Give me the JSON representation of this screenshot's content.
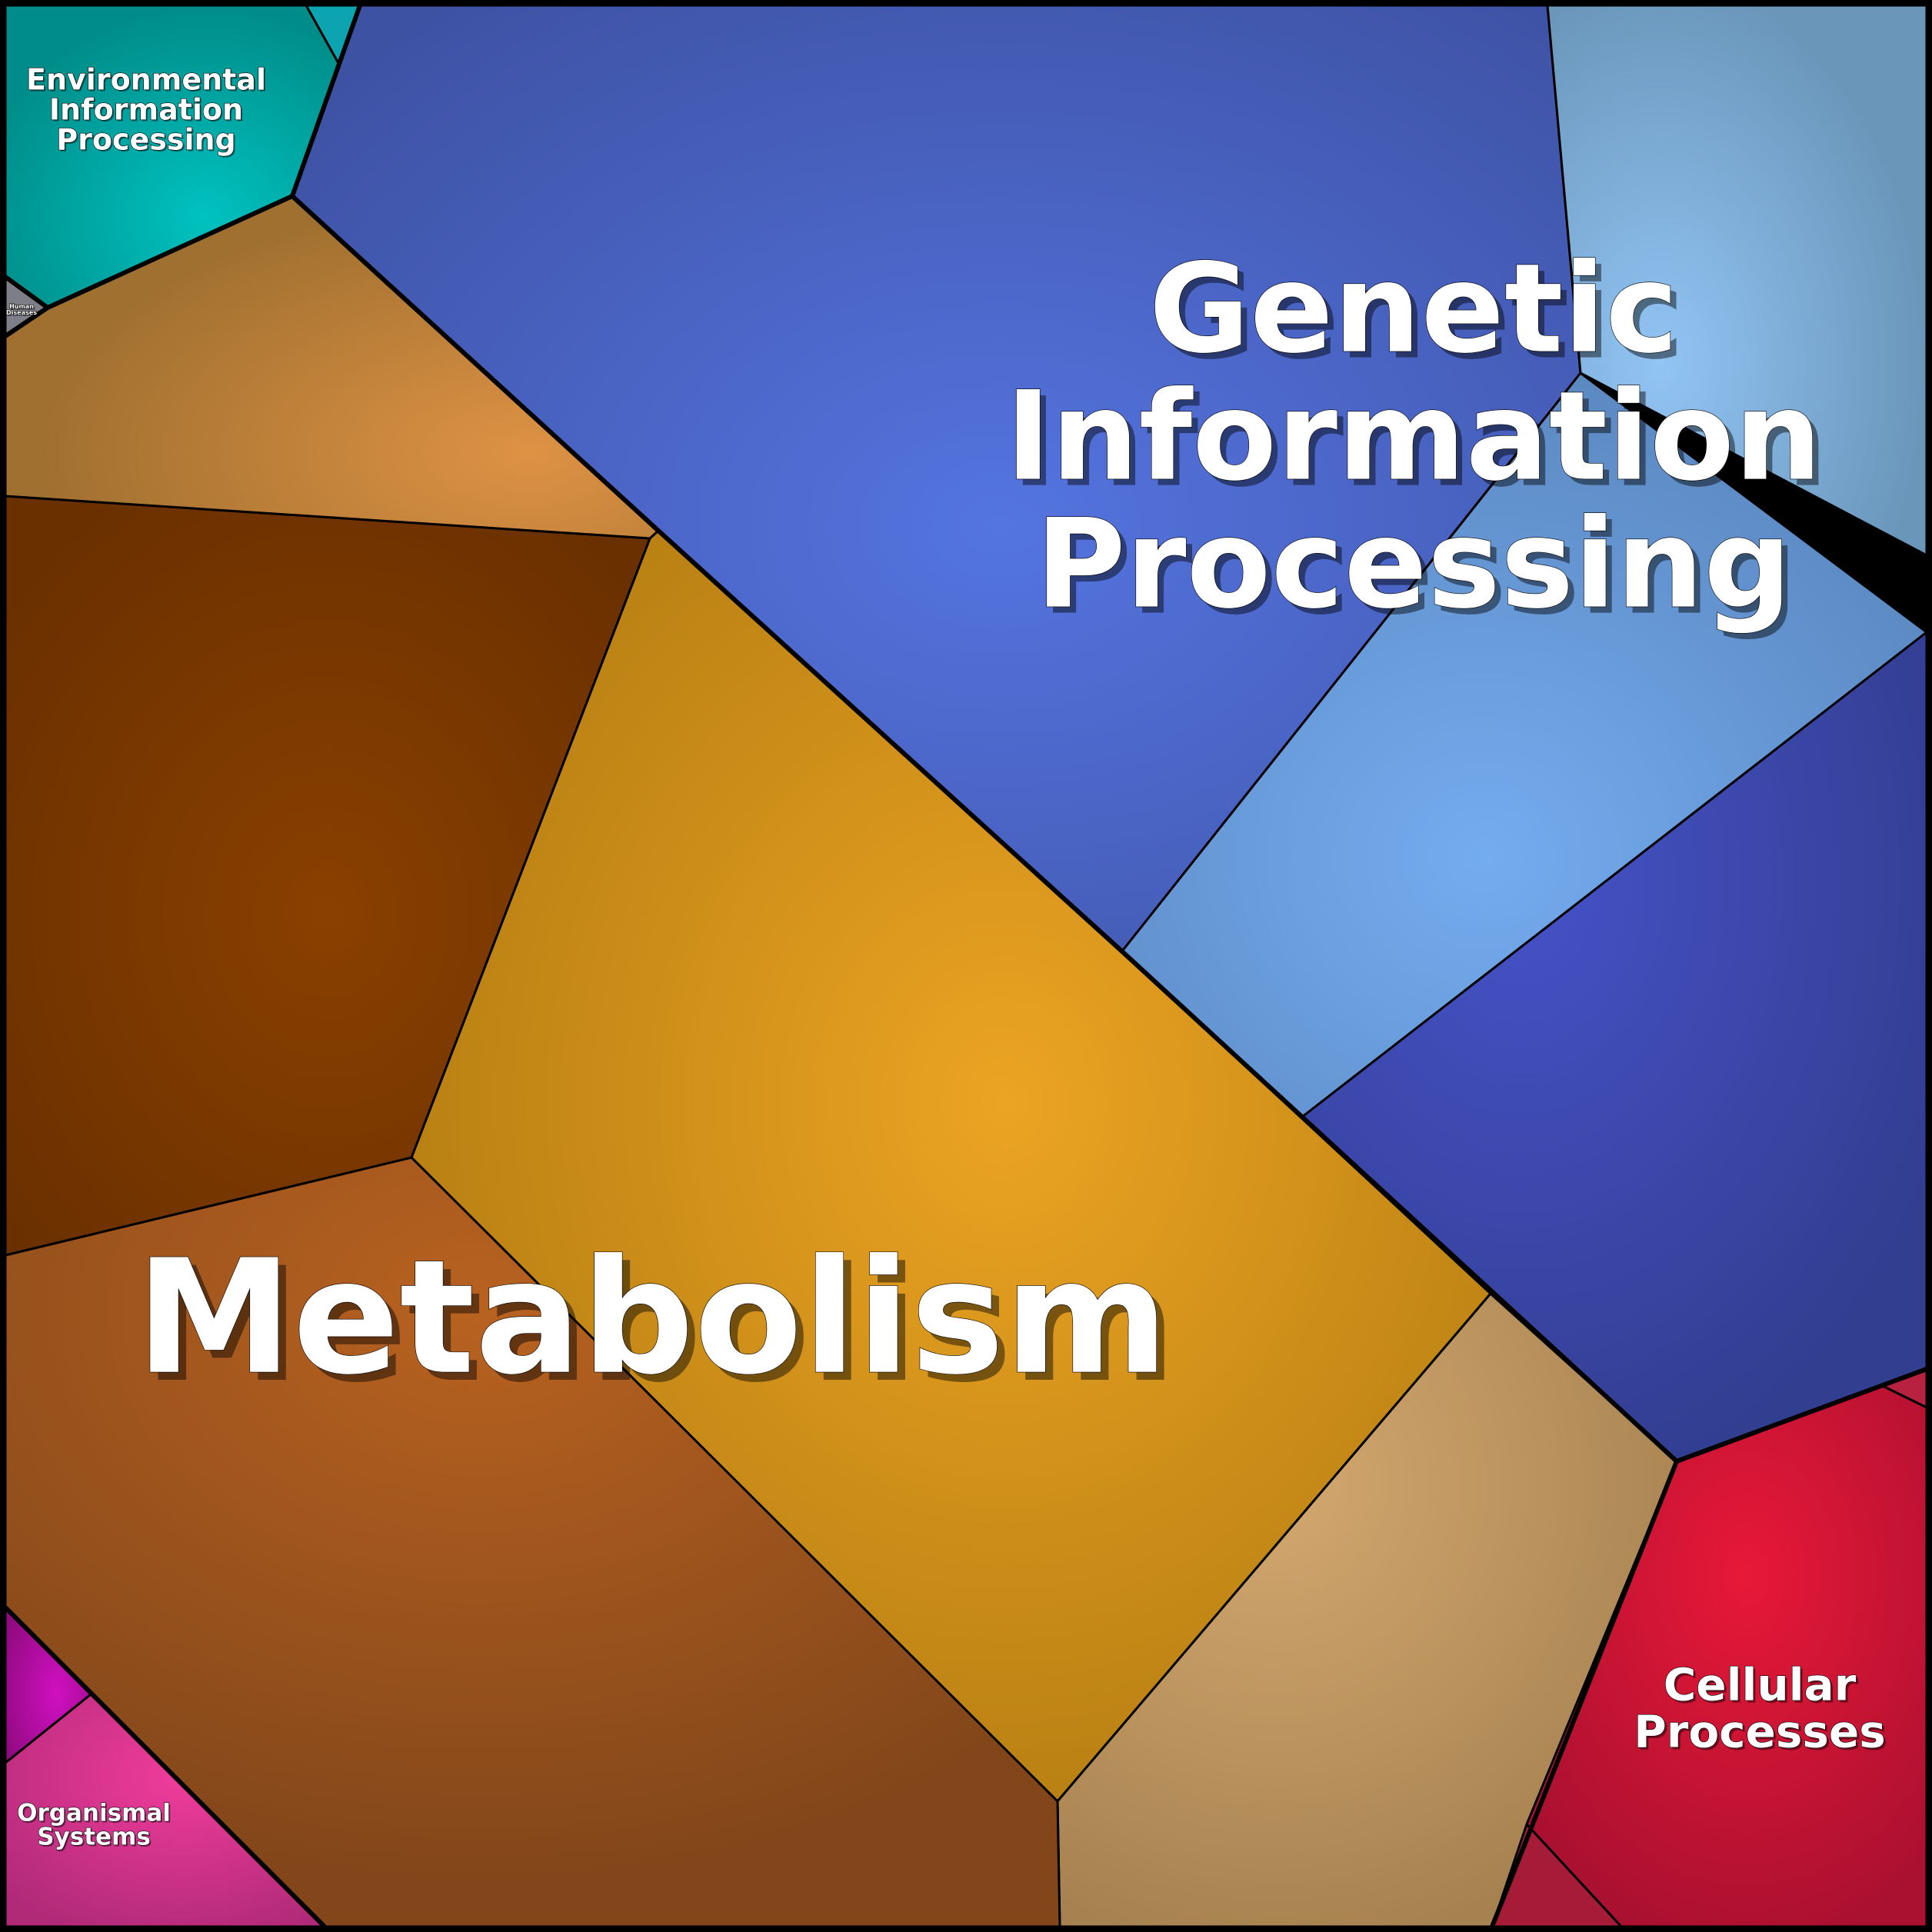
{
  "diagram": {
    "type": "voronoi-treemap",
    "categories": [
      {
        "key": "metabolism",
        "lines": [
          "Metabolism"
        ],
        "color": "#E8A020"
      },
      {
        "key": "genetic",
        "lines": [
          "Genetic",
          "Information",
          "Processing"
        ],
        "color": "#5470DC"
      },
      {
        "key": "environmental",
        "lines": [
          "Environmental",
          "Information",
          "Processing"
        ],
        "color": "#00C0C0"
      },
      {
        "key": "cellular",
        "lines": [
          "Cellular",
          "Processes"
        ],
        "color": "#E8183C"
      },
      {
        "key": "organismal",
        "lines": [
          "Organismal",
          "Systems"
        ],
        "color": "#F0409C"
      },
      {
        "key": "human",
        "lines": [
          "Human",
          "Diseases"
        ],
        "color": "#808080"
      }
    ]
  }
}
